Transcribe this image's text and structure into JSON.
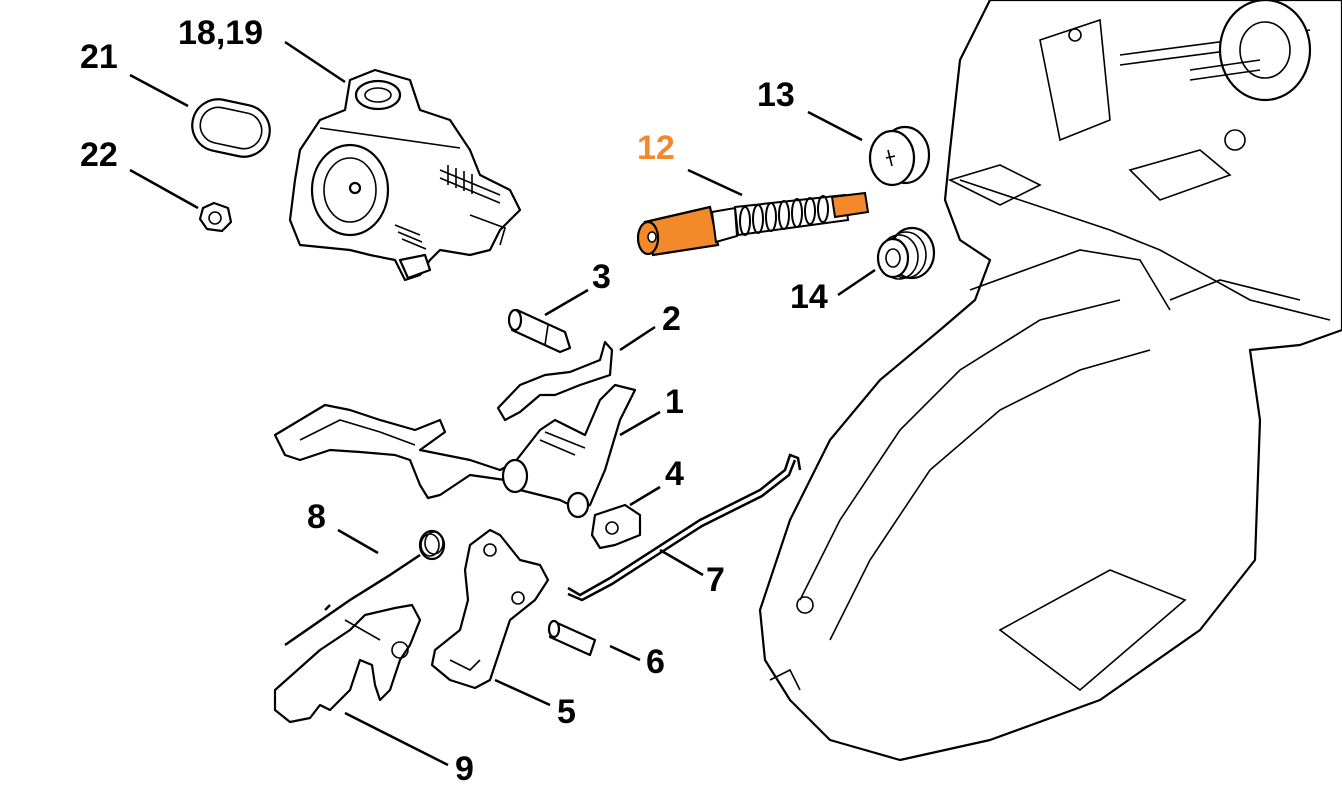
{
  "diagram": {
    "highlight_color": "#f28a2c",
    "labels": {
      "p1": "1",
      "p2": "2",
      "p3": "3",
      "p4": "4",
      "p5": "5",
      "p6": "6",
      "p7": "7",
      "p8": "8",
      "p9": "9",
      "p12": "12",
      "p13": "13",
      "p14": "14",
      "p18_19": "18,19",
      "p21": "21",
      "p22": "22"
    },
    "highlighted_part": "12"
  }
}
